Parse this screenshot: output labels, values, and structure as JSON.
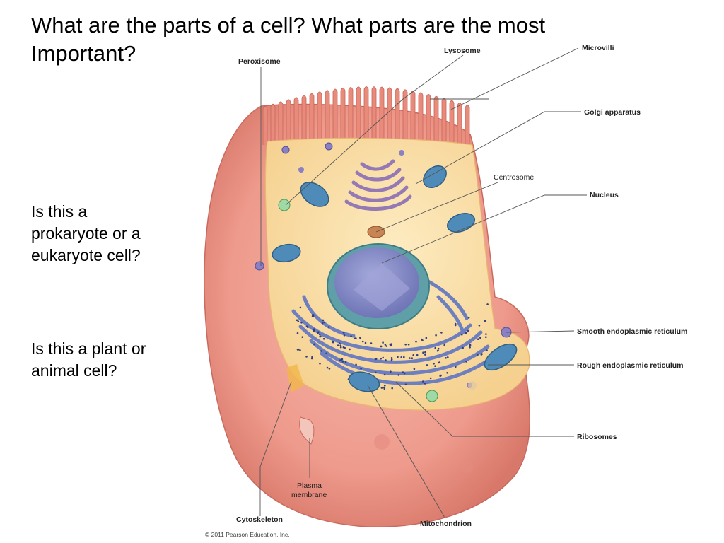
{
  "slide": {
    "title": "What are the parts of a cell?  What parts are the most Important?",
    "questions": [
      "Is this a\nprokaryote or a\neukaryote cell?",
      "Is this a plant or\nanimal cell?"
    ]
  },
  "diagram": {
    "labels": {
      "peroxisome": "Peroxisome",
      "lysosome": "Lysosome",
      "microvilli": "Microvilli",
      "golgi": "Golgi apparatus",
      "centrosome": "Centrosome",
      "nucleus": "Nucleus",
      "smooth_er": "Smooth endoplasmic reticulum",
      "rough_er": "Rough endoplasmic reticulum",
      "ribosomes": "Ribosomes",
      "mitochondrion": "Mitochondrion",
      "cytoskeleton": "Cytoskeleton",
      "plasma_membrane_1": "Plasma",
      "plasma_membrane_2": "membrane"
    },
    "copyright": "© 2011 Pearson Education, Inc."
  },
  "colors": {
    "membrane": "#ee9a8c",
    "membrane_dark": "#d86e62",
    "cytoplasm": "#f9dfa6",
    "nucleus": "#5f9fa8",
    "nucleoplasm": "#8d92c9",
    "er": "#6e7fbf",
    "golgi": "#9479b4",
    "mitochondrion": "#4e8bb8"
  }
}
